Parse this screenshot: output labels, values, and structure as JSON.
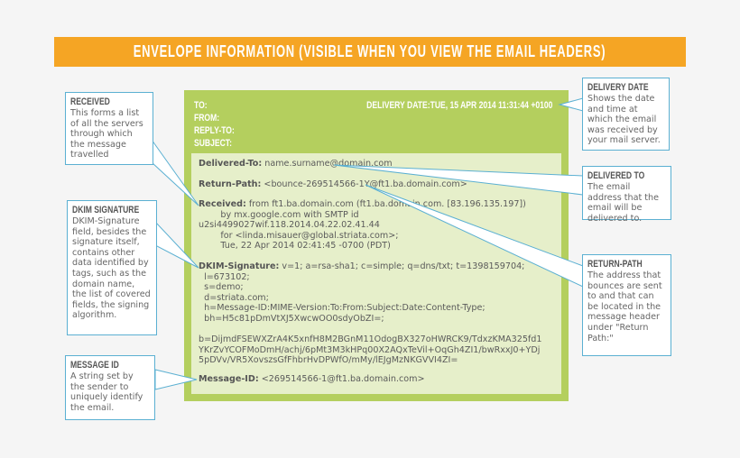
{
  "banner": {
    "title": "ENVELOPE INFORMATION (VISIBLE WHEN YOU VIEW THE EMAIL HEADERS)"
  },
  "envelope": {
    "header_labels": [
      "TO:",
      "FROM:",
      "REPLY-TO:",
      "SUBJECT:"
    ],
    "delivery_date": "DELIVERY DATE:TUE, 15 APR 2014 11:31:44 +0100",
    "fields": {
      "delivered_to": {
        "label": "Delivered-To:",
        "value": " name.surname@domain.com"
      },
      "return_path": {
        "label": "Return-Path:",
        "value": " <bounce-269514566-1Y@ft1.ba.domain.com>"
      },
      "received": {
        "label": "Received:",
        "value": " from ft1.ba.domain.com (ft1.ba.domain.com. [83.196.135.197])\n        by mx.google.com with SMTP id\nu2si4499027wif.118.2014.04.22.02.41.44\n        for <linda.misauer@global.striata.com>;\n        Tue, 22 Apr 2014 02:41:45 -0700 (PDT)"
      },
      "dkim": {
        "label": "DKIM-Signature:",
        "value": " v=1; a=rsa-sha1; c=simple; q=dns/txt; t=1398159704;\n  l=673102;\n  s=demo;\n  d=striata.com;\n  h=Message-ID:MIME-Version:To:From:Subject:Date:Content-Type;\n  bh=H5c81pDmVtXJ5XwcwOO0sdyObZI=;\n\nb=DijmdFSEWXZrA4K5xnfH8M2BGnM11OdogBX327oHWRCK9/TdxzKMA325fd1\nYKrZvYCOFMoDmH/achj/6pMt3M3kHPq00X2AQxTeVil+OqGh4ZI1/bwRxxJ0+YDj\n5pDVv/VR5XovszsGfFhbrHvDPWfO/mMy/lEJgMzNKGVVI4ZI="
      },
      "message_id": {
        "label": "Message-ID:",
        "value": " <269514566-1@ft1.ba.domain.com>"
      }
    }
  },
  "callouts": {
    "received": {
      "title": "RECEIVED",
      "text": "This forms a list of all the servers through which the message travelled"
    },
    "dkim": {
      "title": "DKIM SIGNATURE",
      "text": "DKIM-Signature field, besides the signature itself, contains other data identified by tags, such as the domain name, the list of covered fields, the signing algorithm."
    },
    "message_id": {
      "title": "MESSAGE ID",
      "text": "A string set by the sender to uniquely identify the email."
    },
    "delivery_date": {
      "title": "DELIVERY DATE",
      "text": "Shows the date and time at which the email was received by your mail server."
    },
    "delivered_to": {
      "title": "DELIVERED TO",
      "text": "The email address that the email will be delivered to."
    },
    "return_path": {
      "title": "RETURN-PATH",
      "text": "The address that bounces are sent to and that can be located in the message header under \"Return Path:\""
    }
  },
  "colors": {
    "banner": "#f5a524",
    "envelope": "#b4cf5e",
    "inner": "#e6efca",
    "callout_border": "#5bb0d2"
  }
}
